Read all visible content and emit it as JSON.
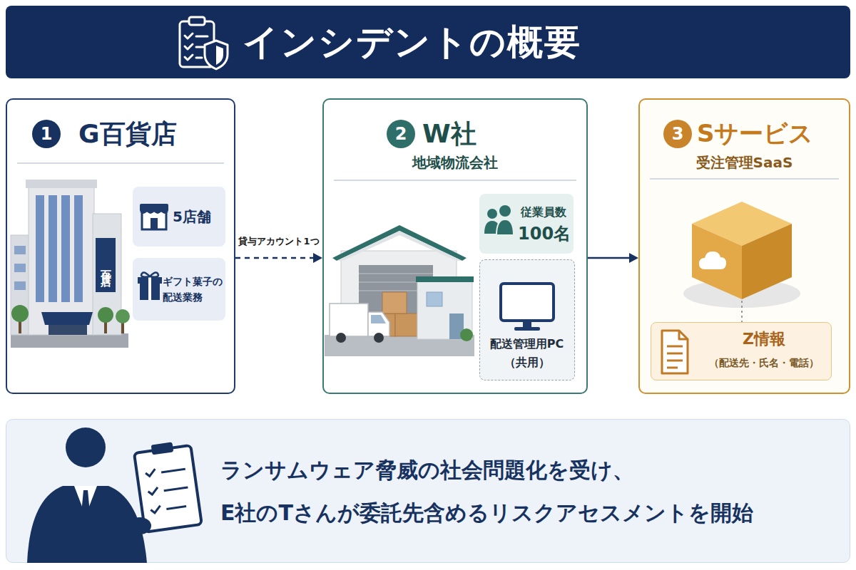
{
  "diagram": {
    "title": "インシデントの概要",
    "nodes": [
      {
        "text": [
          "1",
          "G百貨店"
        ]
      },
      {
        "text": [
          "5店舗"
        ],
        "in": 0
      },
      {
        "text": [
          "ギフト菓子の 配送業務"
        ],
        "in": 0
      },
      {
        "text": [
          "2",
          "W社",
          "地域物流会社"
        ]
      },
      {
        "text": [
          "従業員数",
          "100名"
        ],
        "in": 3
      },
      {
        "text": [
          "配送管理用PC （共用）"
        ],
        "in": 3
      },
      {
        "text": [
          "3",
          "Sサービス",
          "受注管理SaaS"
        ]
      },
      {
        "text": [
          "Z情報",
          "（配送先・氏名・電話）"
        ],
        "in": 6
      },
      {
        "text": [
          "ランサムウェア脅威の社会問題化を受け、 E社のTさんが委託先含めるリスクアセスメントを開始"
        ]
      }
    ],
    "edges": [
      {
        "from": 0,
        "to": 3,
        "label": "貸与アカウント1つ",
        "arrow": "to"
      },
      {
        "from": 3,
        "to": 6,
        "arrow": "to"
      }
    ],
    "labels": [
      "百貨店"
    ]
  }
}
